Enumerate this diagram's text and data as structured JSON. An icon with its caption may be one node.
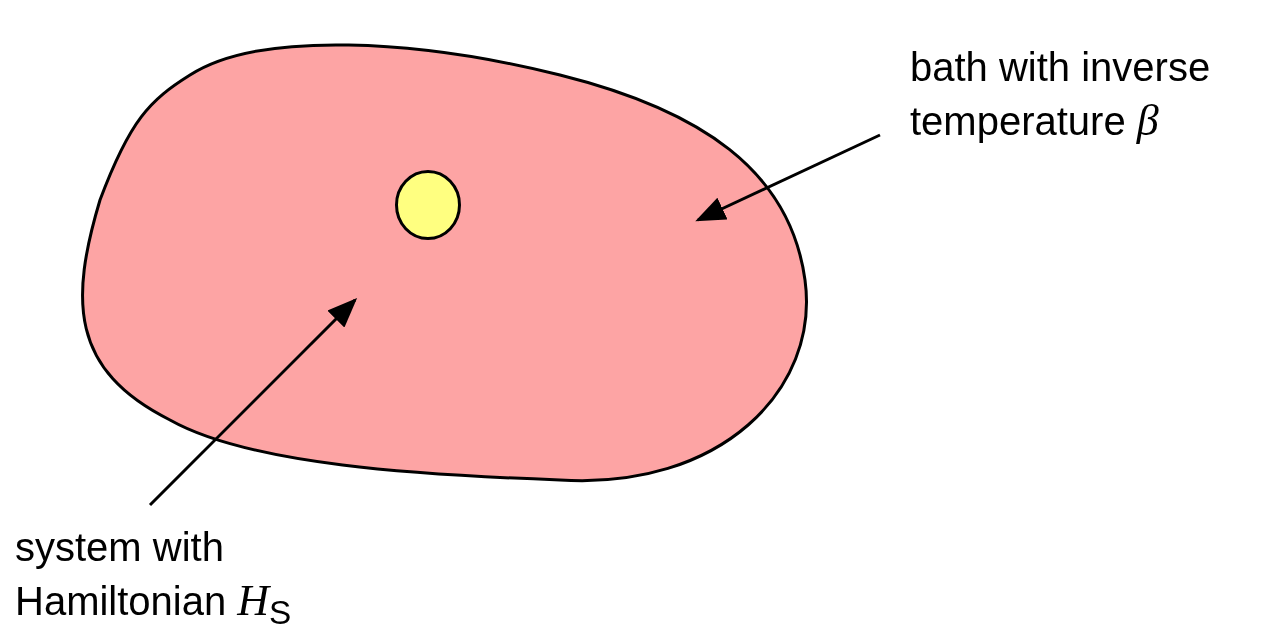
{
  "diagram": {
    "nodes": [
      {
        "text": [],
        "shape": "blob"
      },
      {
        "text": [],
        "shape": "circle",
        "in": 0
      },
      {
        "text": [
          "bath with inverse temperature *β*"
        ]
      },
      {
        "text": [
          "system with Hamiltonian *H*$_{S}$"
        ]
      }
    ],
    "edges": [
      {
        "from": 2,
        "to": 0,
        "arrow": "to"
      },
      {
        "from": 3,
        "to": 1,
        "arrow": "to"
      }
    ]
  }
}
